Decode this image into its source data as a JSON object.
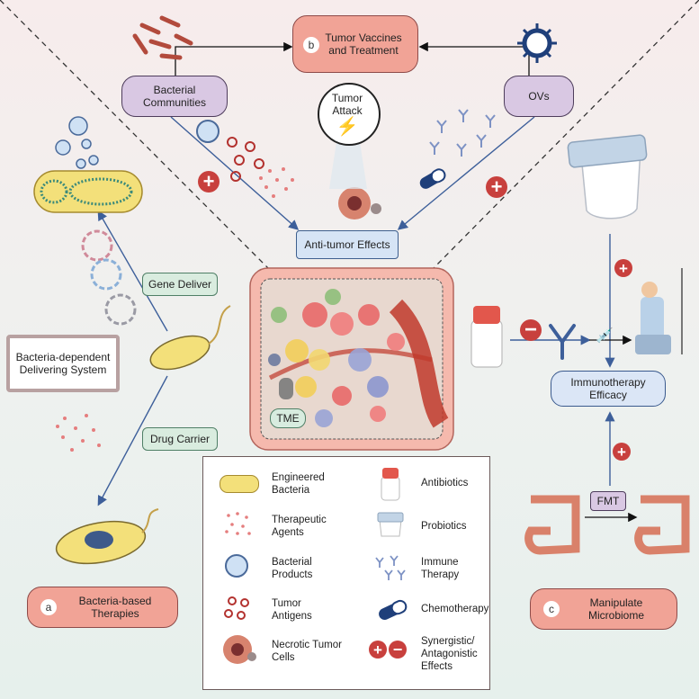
{
  "labels": {
    "tumor_vaccines": "Tumor Vaccines and Treatment",
    "tumor_vaccines_letter": "b",
    "bacterial_communities": "Bacterial Communities",
    "ovs": "OVs",
    "tumor_attack": "Tumor Attack",
    "anti_tumor": "Anti-tumor Effects",
    "gene_deliver": "Gene Deliver",
    "drug_carrier": "Drug Carrier",
    "delivering_system": "Bacteria-dependent Delivering System",
    "tme": "TME",
    "bacteria_based": "Bacteria-based Therapies",
    "bacteria_based_letter": "a",
    "manipulate": "Manipulate Microbiome",
    "manipulate_letter": "c",
    "immunotherapy": "Immunotherapy Efficacy",
    "fmt": "FMT"
  },
  "legend": {
    "engineered": "Engineered Bacteria",
    "therapeutic": "Therapeutic Agents",
    "bacterial_products": "Bacterial Products",
    "tumor_antigens": "Tumor Antigens",
    "necrotic": "Necrotic Tumor Cells",
    "antibiotics": "Antibiotics",
    "probiotics": "Probiotics",
    "immune": "Immune Therapy",
    "chemo": "Chemotherapy",
    "synergistic": "Synergistic/ Antagonistic Effects"
  },
  "colors": {
    "red_pill": "#f1a396",
    "purple_pill": "#d9c8e3",
    "green_pill": "#d9ecdf",
    "blue_box": "#d6e4f5",
    "plus": "#c8403d",
    "arrow": "#3d5f9a"
  }
}
